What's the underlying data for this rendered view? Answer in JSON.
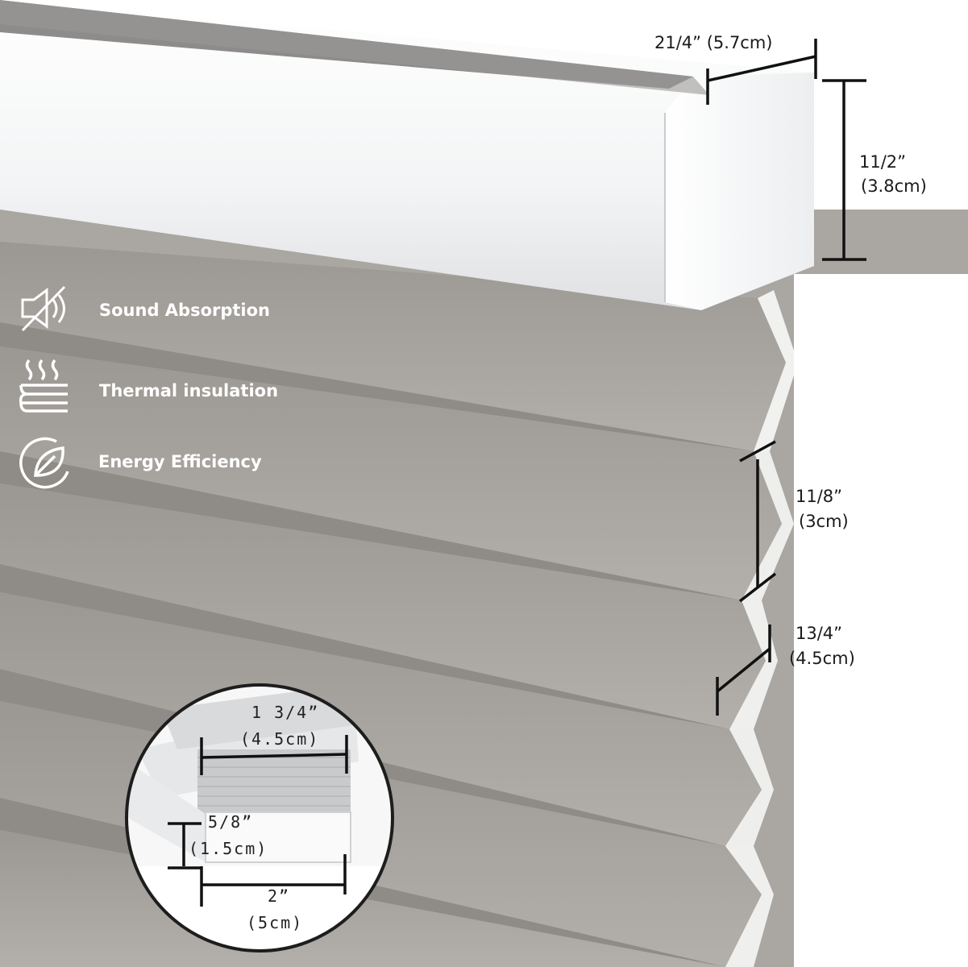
{
  "features": [
    {
      "icon": "sound-absorption-icon",
      "label": "Sound Absorption"
    },
    {
      "icon": "thermal-insulation-icon",
      "label": "Thermal insulation"
    },
    {
      "icon": "energy-efficiency-icon",
      "label": "Energy Efficiency"
    }
  ],
  "dimensions": {
    "rail_depth": "21/4”  (5.7cm)",
    "rail_height_in": "11/2”",
    "rail_height_cm": "(3.8cm)",
    "pleat_height_in": "11/8”",
    "pleat_height_cm": "(3cm)",
    "pleat_depth_in": "13/4”",
    "pleat_depth_cm": "(4.5cm)"
  },
  "inset": {
    "stack_depth_in": "1 3/4”",
    "stack_depth_cm": "(4.5cm)",
    "bottom_height_in": "5/8”",
    "bottom_height_cm": "(1.5cm)",
    "bottom_width_in": "2”",
    "bottom_width_cm": "(5cm)"
  },
  "colors": {
    "fabric": "#a5a19c",
    "fabric_dark": "#8d8984",
    "rail": "#f4f5f6",
    "dimension_line": "#111111"
  }
}
